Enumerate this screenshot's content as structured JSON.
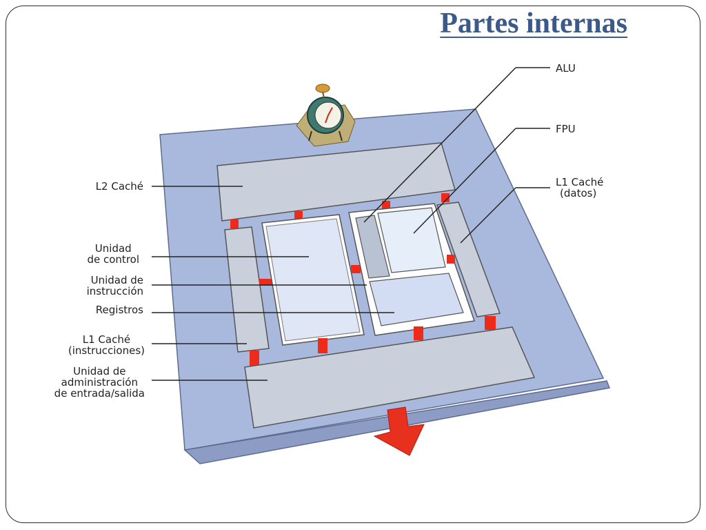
{
  "slide": {
    "title": "Partes internas"
  },
  "labels": {
    "alu": "ALU",
    "fpu": "FPU",
    "l1_datos_line1": "L1 Caché",
    "l1_datos_line2": "(datos)",
    "l2_cache": "L2 Caché",
    "unidad_control_line1": "Unidad",
    "unidad_control_line2": "de control",
    "unidad_instruccion_line1": "Unidad de",
    "unidad_instruccion_line2": "instrucción",
    "registros": "Registros",
    "l1_instr_line1": "L1 Caché",
    "l1_instr_line2": "(instrucciones)",
    "unidad_es_line1": "Unidad de",
    "unidad_es_line2": "administración",
    "unidad_es_line3": "de entrada/salida"
  },
  "colors": {
    "title": "#3b5a8a",
    "board": "#a9b9dd",
    "board_edge": "#8c9cc4",
    "block": "#c9d0dc",
    "panel_light": "#dfe7f6",
    "connector": "#ee2a1b",
    "arrow": "#e8301f"
  },
  "icons": {
    "clock": "alarm-clock-icon",
    "arrow": "output-arrow-icon"
  }
}
